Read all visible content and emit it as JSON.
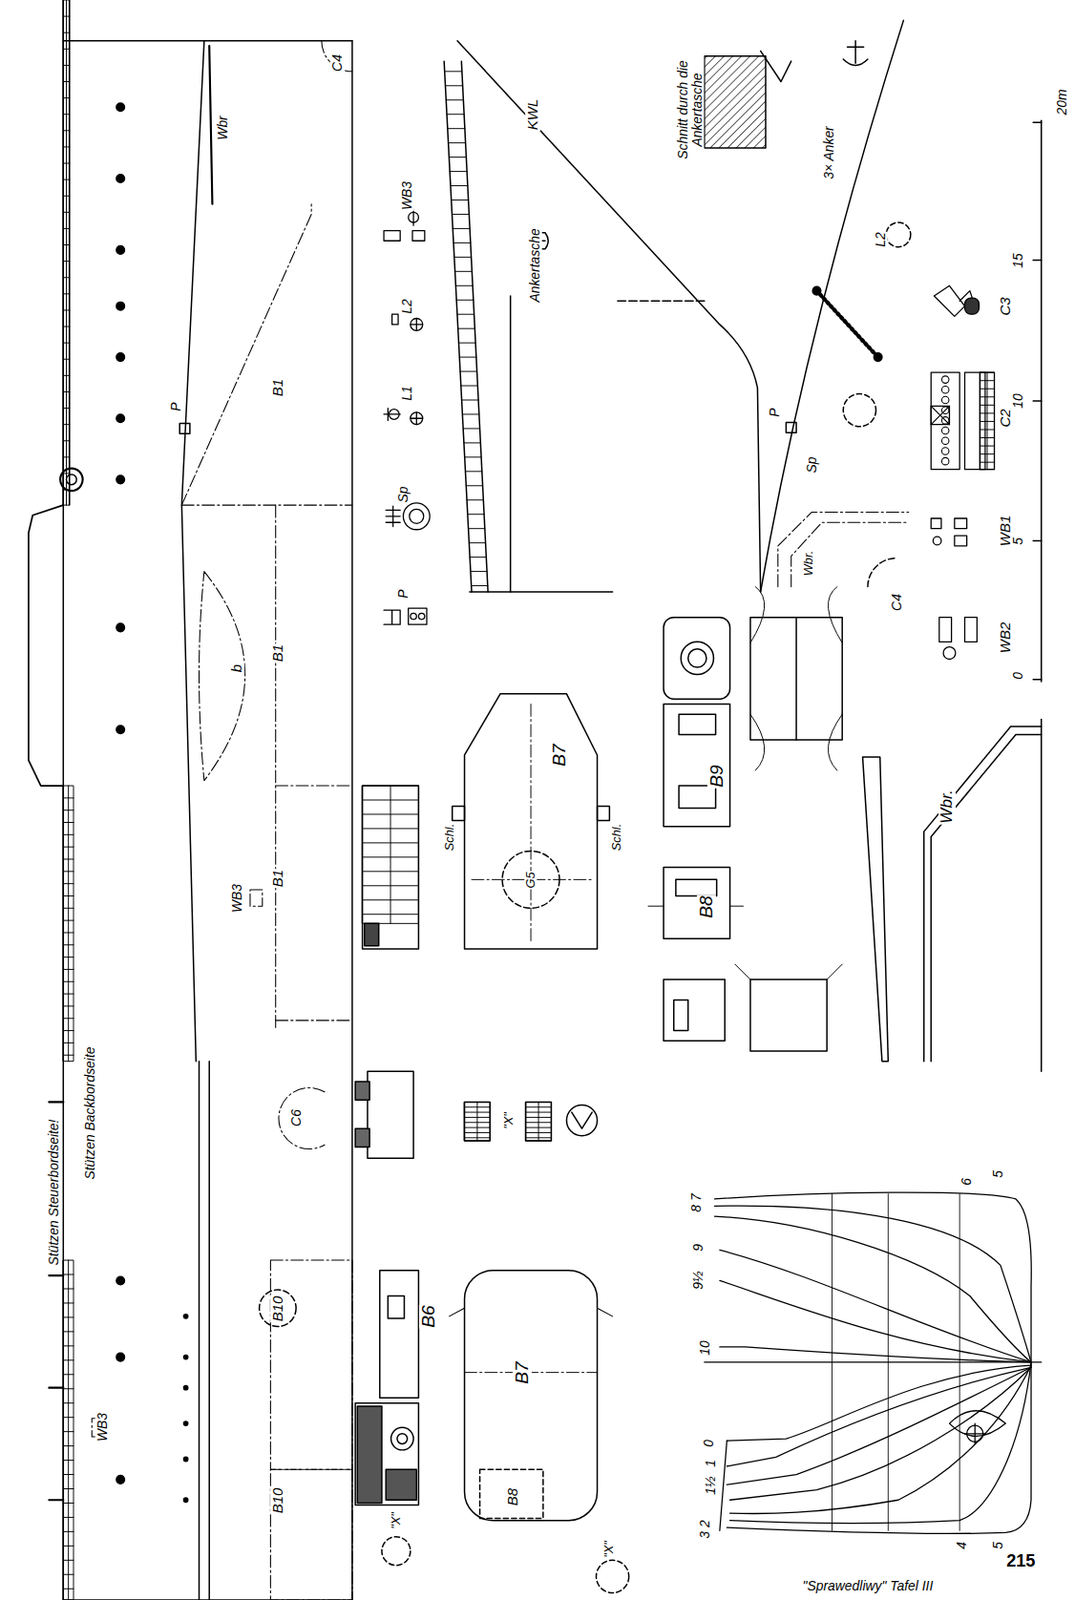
{
  "diagram": {
    "caption": "\"Sprawedliwy\" Tafel III",
    "labels": [
      "Stützen Steuerbordseite!",
      "Stützen Backbordseite",
      "WB3",
      "Wbr",
      "C4",
      "P",
      "B1",
      "B1",
      "B1",
      "WB3",
      "b",
      "C6",
      "B10",
      "B10",
      "WB3",
      "L2",
      "L1",
      "Sp",
      "P",
      "B6",
      "B7",
      "Schl.",
      "Schl.",
      "G5",
      "B7",
      "\"X\"",
      "\"X\"",
      "\"X\"",
      "B8",
      "B9",
      "B8",
      "Wbr.",
      "KWL",
      "Ankertasche",
      "Schnitt durch die Ankertasche",
      "3× Anker",
      "C3",
      "C2",
      "WB1",
      "WB2",
      "L2",
      "P",
      "Sp",
      "Wbr.",
      "C4",
      "20m",
      "15",
      "10",
      "5",
      "0",
      "8 7",
      "9",
      "9½",
      "10",
      "6",
      "5",
      "0",
      "1",
      "1½",
      "3 2",
      "4",
      "5",
      "215"
    ]
  }
}
